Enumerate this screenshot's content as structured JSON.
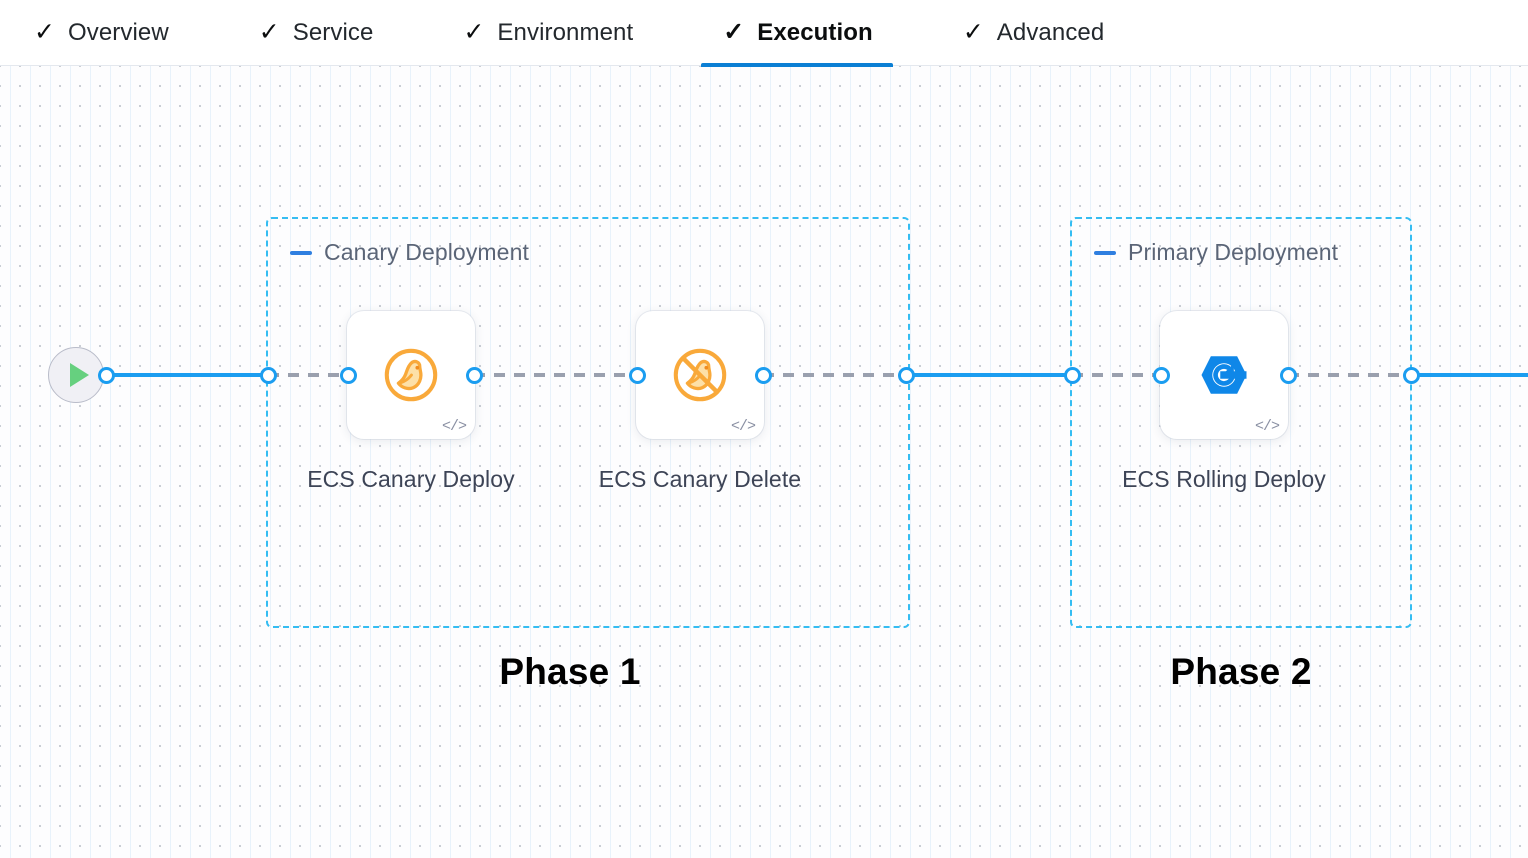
{
  "tabs": [
    {
      "label": "Overview",
      "icon": "check-icon",
      "active": false
    },
    {
      "label": "Service",
      "icon": "check-icon",
      "active": false
    },
    {
      "label": "Environment",
      "icon": "check-icon",
      "active": false
    },
    {
      "label": "Execution",
      "icon": "check-icon",
      "active": true
    },
    {
      "label": "Advanced",
      "icon": "check-icon",
      "active": false
    }
  ],
  "colors": {
    "accent_blue": "#0b7fd4",
    "edge_blue": "#1b9df0",
    "group_border": "#35bdf2",
    "collapse_blue": "#2f7fe0",
    "canary_orange": "#f7a02b",
    "rolling_blue": "#0f87e8",
    "play_green": "#66d07f",
    "label_gray": "#3d4456",
    "group_title_gray": "#5b6577",
    "dashed_edge_gray": "#9aa0ae"
  },
  "canvas": {
    "start_node": {
      "name": "start-node",
      "icon": "play-icon"
    },
    "groups": [
      {
        "title": "Canary Deployment",
        "collapse_icon": "minus-icon",
        "phase_label": "Phase 1",
        "steps": [
          {
            "label": "ECS Canary Deploy",
            "icon": "canary-deploy-icon",
            "badge": "</>"
          },
          {
            "label": "ECS Canary Delete",
            "icon": "canary-delete-icon",
            "badge": "</>"
          }
        ]
      },
      {
        "title": "Primary Deployment",
        "collapse_icon": "minus-icon",
        "phase_label": "Phase 2",
        "steps": [
          {
            "label": "ECS Rolling Deploy",
            "icon": "ecs-rolling-deploy-icon",
            "badge": "</>"
          }
        ]
      }
    ]
  }
}
